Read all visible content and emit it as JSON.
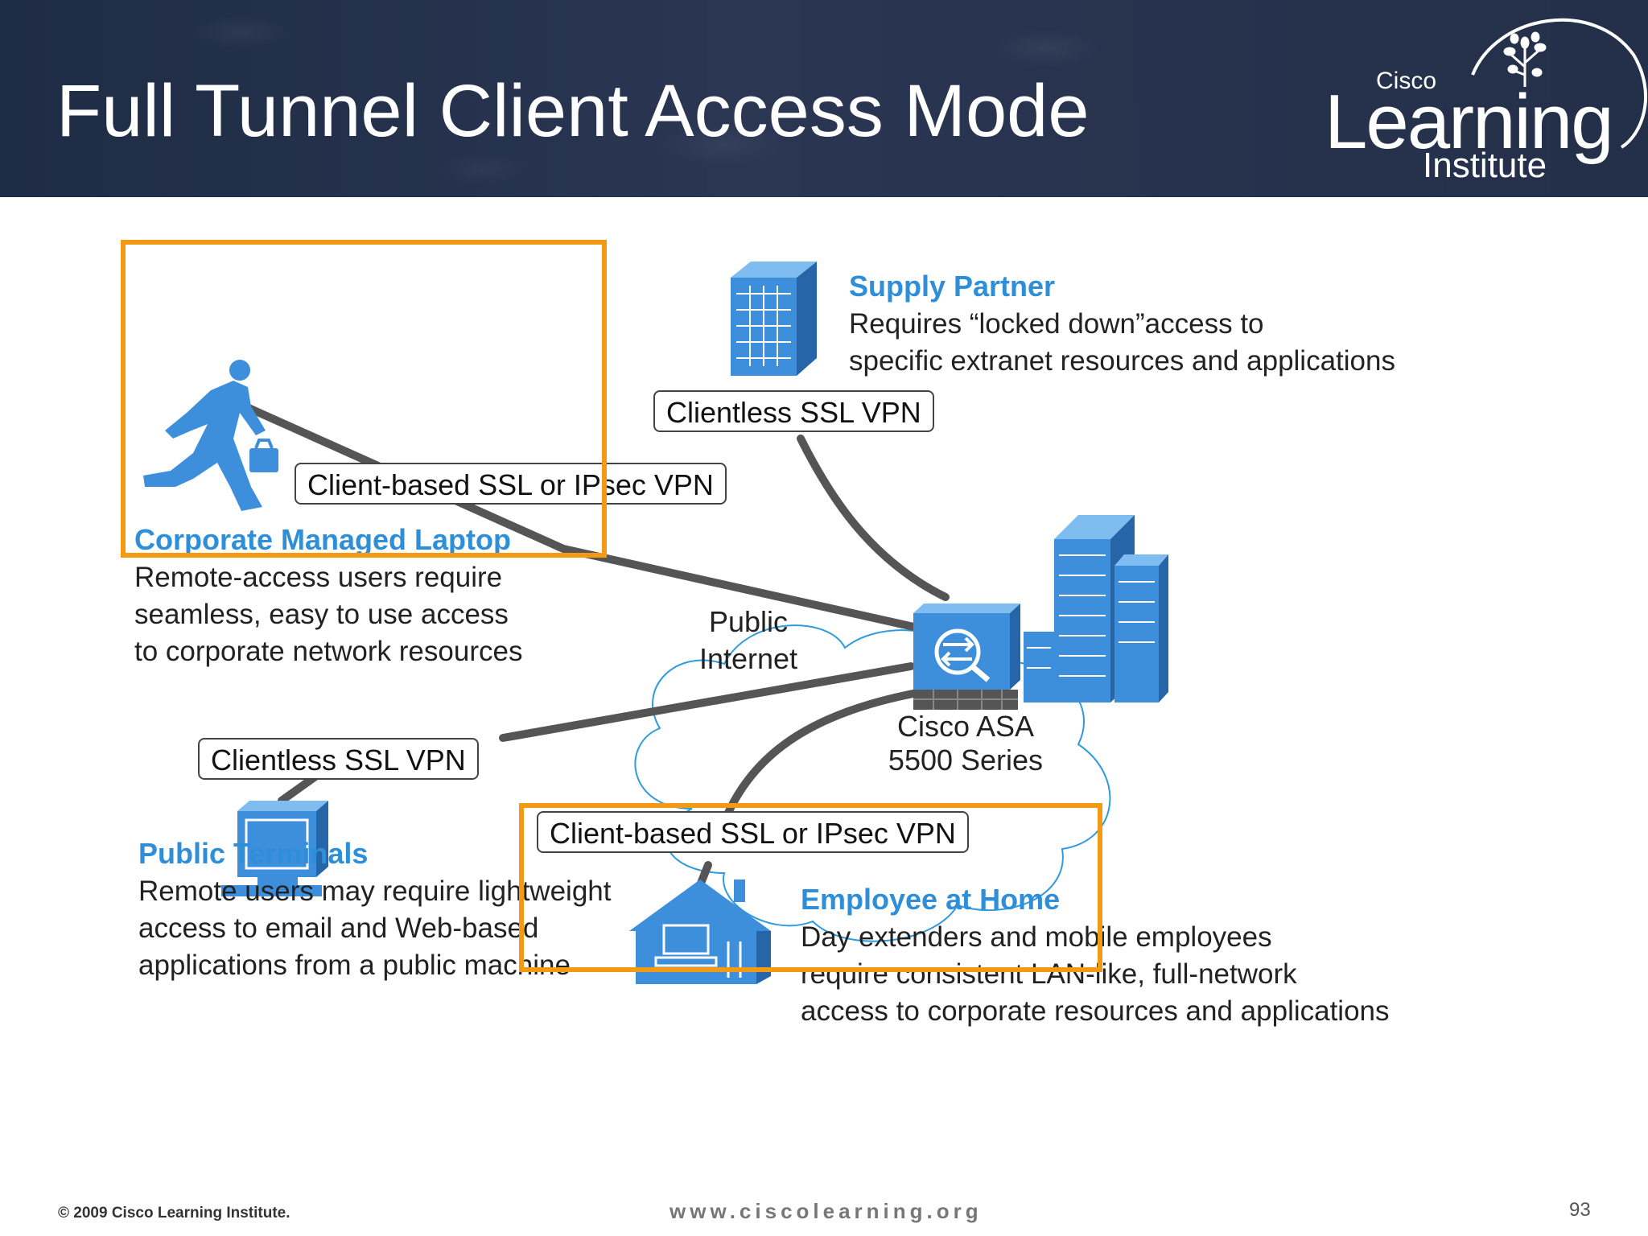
{
  "slide": {
    "title": "Full Tunnel Client Access Mode",
    "logo": {
      "top": "Cisco",
      "middle": "Learning",
      "bottom": "Institute"
    },
    "page_number": "93"
  },
  "diagram": {
    "labels": {
      "clientless_top": "Clientless SSL VPN",
      "client_laptop": "Client-based SSL or IPsec VPN",
      "clientless_terminal": "Clientless SSL VPN",
      "client_home": "Client-based SSL or IPsec VPN"
    },
    "cloud": {
      "line1": "Public",
      "line2": "Internet"
    },
    "asa": {
      "line1": "Cisco ASA",
      "line2": "5500 Series"
    },
    "nodes": {
      "supply_partner": {
        "title": "Supply Partner",
        "lines": [
          "Requires “locked down”access to",
          "specific extranet resources and applications"
        ]
      },
      "laptop": {
        "title": "Corporate Managed Laptop",
        "lines": [
          "Remote-access users require",
          "seamless, easy to use access",
          "to corporate network resources"
        ]
      },
      "terminals": {
        "title": "Public Terminals",
        "lines": [
          "Remote users may require lightweight",
          "access to email and Web-based",
          "applications from a public machine"
        ]
      },
      "home": {
        "title": "Employee at Home",
        "lines": [
          "Day extenders and mobile employees",
          "require consistent LAN-like, full-network",
          "access to corporate resources and applications"
        ]
      }
    },
    "icons": [
      "building-icon",
      "running-man-icon",
      "computer-terminal-icon",
      "house-icon",
      "asa-firewall-icon",
      "headquarters-icon",
      "cloud-icon"
    ],
    "colors": {
      "icon_blue": "#3d8fdc",
      "title_blue": "#2f8ed8",
      "highlight": "#f39a15",
      "line": "#555555",
      "header": "#243049"
    }
  },
  "footer": {
    "copyright": "© 2009 Cisco Learning Institute.",
    "url": "www.ciscolearning.org"
  }
}
